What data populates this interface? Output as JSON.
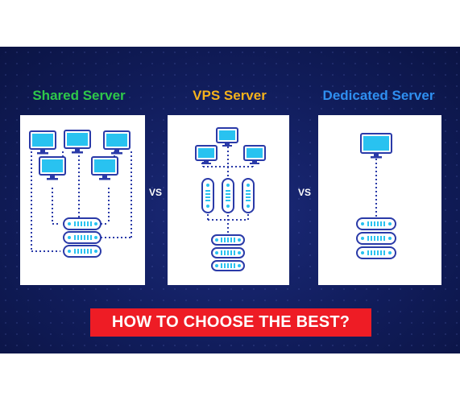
{
  "columns": [
    {
      "title": "Shared Server",
      "color": "#2ec84a"
    },
    {
      "title": "VPS Server",
      "color": "#f6b21b"
    },
    {
      "title": "Dedicated Server",
      "color": "#2f8ff0"
    }
  ],
  "vs_label": "VS",
  "cta": {
    "label": "HOW TO CHOOSE THE BEST?",
    "color": "#ee1c25"
  },
  "icons": {
    "monitor": "monitor-icon",
    "server_rack": "server-rack-icon",
    "virtual_server": "virtual-server-icon"
  },
  "colors": {
    "background": "#111d5c",
    "icon_outline": "#2a3aa8",
    "screen": "#29c2f0"
  }
}
